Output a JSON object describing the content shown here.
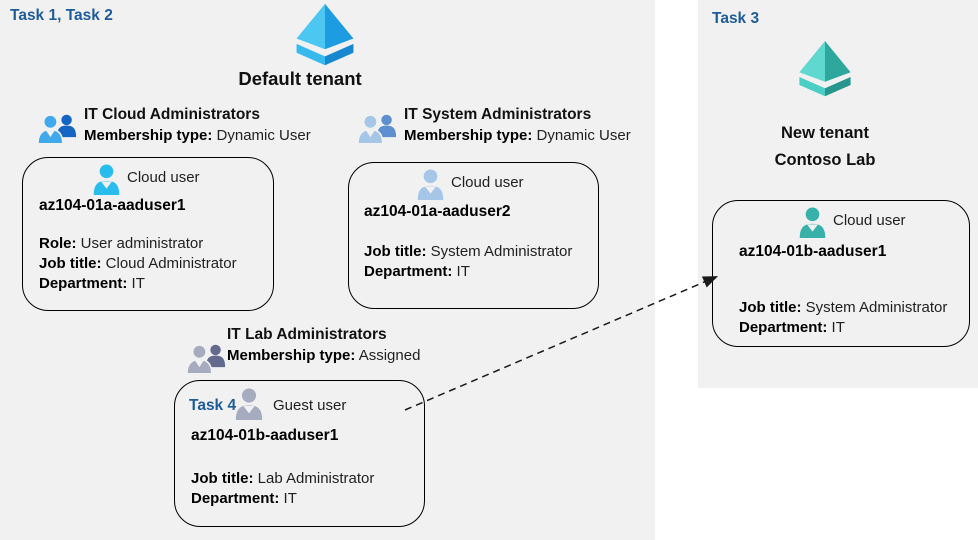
{
  "default_tenant": {
    "task_label": "Task 1, Task 2",
    "title": "Default tenant",
    "groups": [
      {
        "title": "IT Cloud Administrators",
        "membership_label": "Membership type:",
        "membership_value": "Dynamic User"
      },
      {
        "title": "IT System Administrators",
        "membership_label": "Membership type:",
        "membership_value": "Dynamic User"
      },
      {
        "title": "IT Lab Administrators",
        "membership_label": "Membership type:",
        "membership_value": "Assigned"
      }
    ],
    "cards": [
      {
        "type_label": "Cloud user",
        "name": "az104-01a-aaduser1",
        "attrs": [
          {
            "label": "Role:",
            "value": "User administrator"
          },
          {
            "label": "Job title:",
            "value": "Cloud Administrator"
          },
          {
            "label": "Department:",
            "value": "IT"
          }
        ]
      },
      {
        "type_label": "Cloud user",
        "name": "az104-01a-aaduser2",
        "attrs": [
          {
            "label": "Job title:",
            "value": "System Administrator"
          },
          {
            "label": "Department:",
            "value": "IT"
          }
        ]
      },
      {
        "task_label": "Task 4",
        "type_label": "Guest user",
        "name": "az104-01b-aaduser1",
        "attrs": [
          {
            "label": "Job title:",
            "value": "Lab Administrator"
          },
          {
            "label": "Department:",
            "value": "IT"
          }
        ]
      }
    ]
  },
  "new_tenant": {
    "task_label": "Task 3",
    "title_line1": "New tenant",
    "title_line2": "Contoso Lab",
    "card": {
      "type_label": "Cloud user",
      "name": "az104-01b-aaduser1",
      "attrs": [
        {
          "label": "Job title:",
          "value": "System Administrator"
        },
        {
          "label": "Department:",
          "value": "IT"
        }
      ]
    }
  },
  "colors": {
    "panel_background": "#f1f1f2",
    "task_blue": "#1e5c99",
    "tenant_blue_light": "#4cc7f2",
    "tenant_blue_dark": "#1e9ce2",
    "tenant_teal_light": "#5fd8d0",
    "tenant_teal_dark": "#2ea79d",
    "cloud_user_cyan": "#29bdee",
    "cloud_user_steel": "#a6c6e8",
    "cloud_user_teal": "#38b1aa",
    "guest_user_gray": "#a6abc0"
  }
}
